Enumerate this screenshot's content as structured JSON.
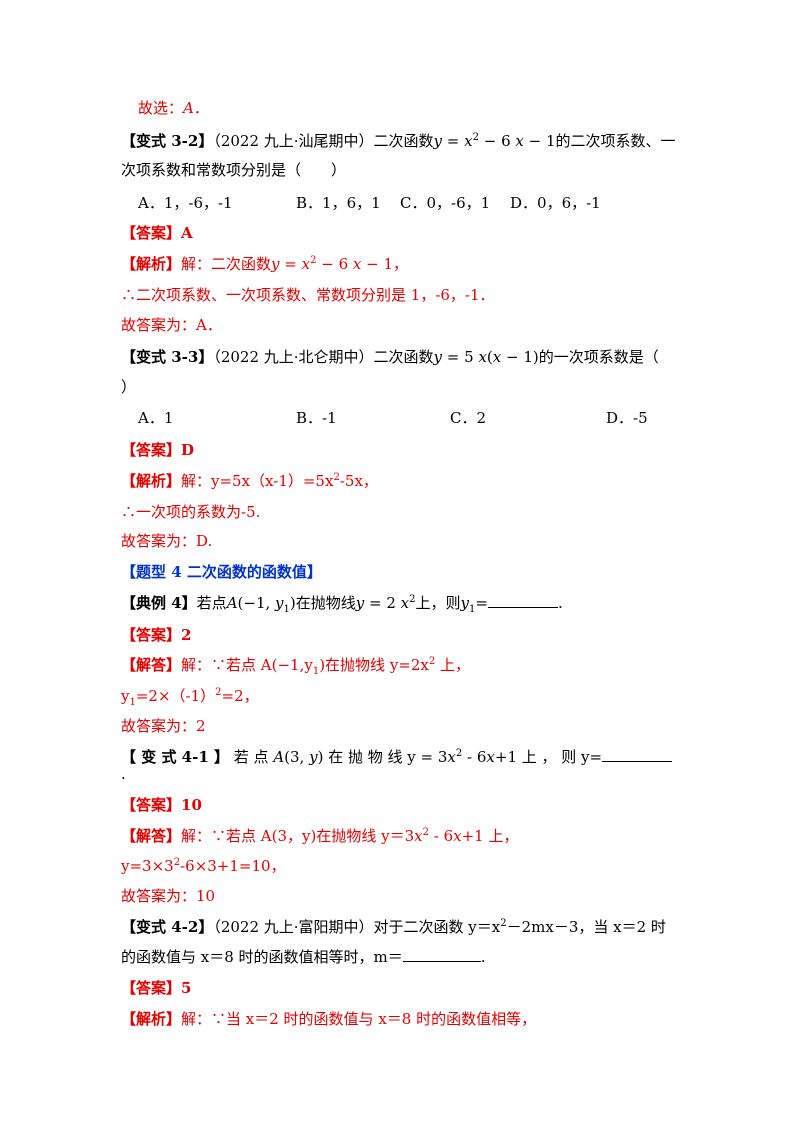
{
  "l1": {
    "a": "故选：",
    "b": "A",
    "c": "．"
  },
  "q32": {
    "tag": "【变式 3-2】",
    "src": "（2022 九上·汕尾期中）二次函数",
    "fy": "y",
    "feq": " = ",
    "fx": "x",
    "fsup": "2",
    "fm": " − 6 ",
    "fx2": "x",
    "fe": " − 1",
    "tail": "的二次项系数、一",
    "line2": "次项系数和常数项分别是（　　）",
    "optA": "A．1，-6，-1",
    "optB": "B．1，6，1",
    "optC": "C．0，-6，1",
    "optD": "D．0，6，-1"
  },
  "ans32": {
    "tag": "【答案】",
    "val": "A"
  },
  "jx32": {
    "tag": "【解析】",
    "a": "解：二次函数",
    "fy": "y",
    "feq": " = ",
    "fx": "x",
    "fsup": "2",
    "fm": " − 6 ",
    "fx2": "x",
    "fe": " − 1",
    "end": "，",
    "l2": "∴二次项系数、一次项系数、常数项分别是 1，-6，-1．",
    "l3": "故答案为：A．"
  },
  "q33": {
    "tag": "【变式 3-3】",
    "src": "（2022 九上·北仑期中）二次函数",
    "fy": "y",
    "feq": " = 5 ",
    "fx": "x",
    "fp": "(",
    "fx2": "x",
    "fm": " − 1",
    "fp2": ")",
    "tail": "的一次项系数是（",
    "line2": "）",
    "optA": "A．1",
    "optB": "B．-1",
    "optC": "C．2",
    "optD": "D．-5"
  },
  "ans33": {
    "tag": "【答案】",
    "val": "D"
  },
  "jx33": {
    "tag": "【解析】",
    "a": "解：y=5x（x-1）=5x",
    "sup": "2",
    "b": "-5x，",
    "l2": "∴一次项的系数为-5.",
    "l3": "故答案为：D."
  },
  "t4": {
    "title": "【题型 4  二次函数的函数值】"
  },
  "q4": {
    "tag": "【典例 4】",
    "a": "若点",
    "fA": "A",
    "fp": "(−1, ",
    "fy": "y",
    "fsub": "1",
    "fp2": ")",
    "b": "在抛物线",
    "fy2": "y",
    "feq": " = 2 ",
    "fx": "x",
    "fsup": "2",
    "c": "上，则",
    "fy3": "y",
    "fsub2": "1",
    "d": "=",
    "e": "."
  },
  "ans4": {
    "tag": "【答案】",
    "val": "2"
  },
  "jx4": {
    "tag": "【解答】",
    "a": "解：∵若点 A(−1,y",
    "sub": "1",
    "b": ")在抛物线 y=2x",
    "sup": "2",
    "c": " 上，",
    "l2a": "y",
    "l2sub": "1",
    "l2b": "=2×（-1）",
    "l2sup": "2",
    "l2c": "=2，",
    "l3": "故答案为：2"
  },
  "q41": {
    "tag": "【 变 式 4-1 】",
    "a": " 若 点 ",
    "fA": "A",
    "fp": "(3, ",
    "fy": "y",
    "fp2": ")",
    "b": " 在 抛 物 线  y = 3",
    "fx": "x",
    "fsup": "2",
    "c": " - 6",
    "fx2": "x",
    "d": "+1  上 ， 则  y=",
    "dot": "."
  },
  "ans41": {
    "tag": "【答案】",
    "val": "10"
  },
  "jx41": {
    "tag": "【解答】",
    "a": "解：∵若点 A(3，y)在抛物线 y＝3",
    "fx": "x",
    "sup": "2",
    "b": " - 6",
    "fx2": "x",
    "c": "+1 上，",
    "l2a": "y=3×3",
    "l2sup": "2",
    "l2b": "-6×3+1=10，",
    "l3": "故答案为：10"
  },
  "q42": {
    "tag": "【变式 4-2】",
    "a": "（2022 九上·富阳期中）对于二次函数 y＝x",
    "sup": "2",
    "b": "－2mx－3，当 x＝2 时",
    "l2a": "的函数值与 x＝8 时的函数值相等时，m＝",
    "l2b": "."
  },
  "ans42": {
    "tag": "【答案】",
    "val": "5"
  },
  "jx42": {
    "tag": "【解析】",
    "a": "解：∵当 x＝2 时的函数值与 x＝8 时的函数值相等，"
  }
}
